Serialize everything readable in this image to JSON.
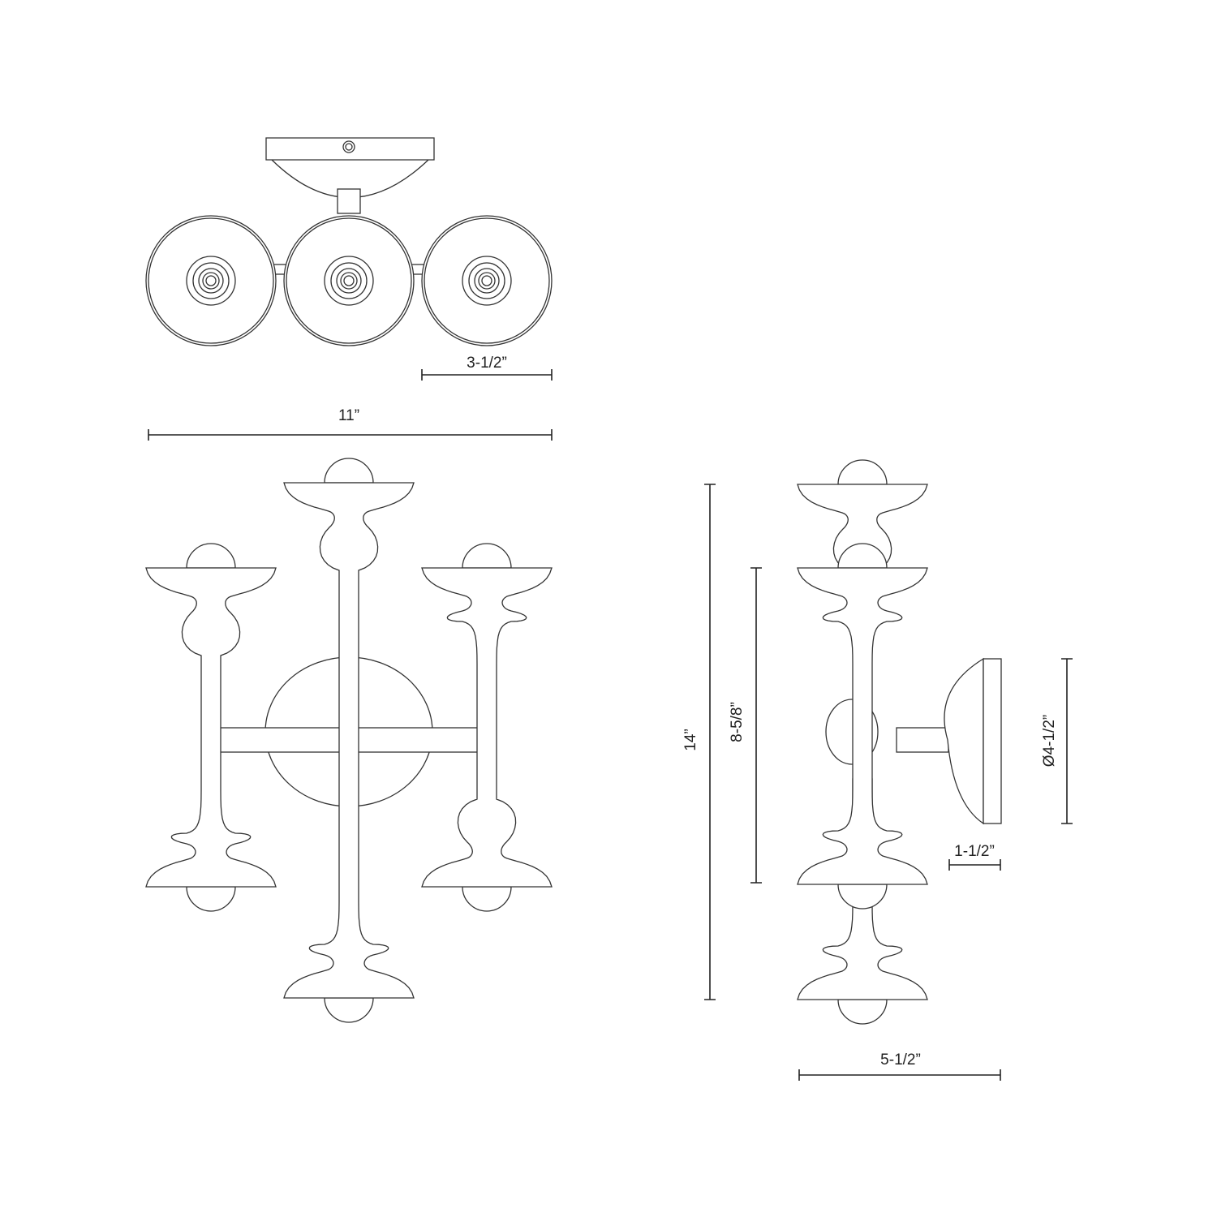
{
  "views": {
    "top_view": {
      "shades": 3
    },
    "front_view": {
      "arms": 3
    },
    "side_view": {}
  },
  "dimensions": {
    "shade_spacing": "3-1/2”",
    "overall_width": "11”",
    "overall_height": "14”",
    "backplate_to_arm_height": "8-5/8”",
    "backplate_diameter": "Ø4-1/2”",
    "backplate_depth": "1-1/2”",
    "overall_depth": "5-1/2”"
  },
  "colors": {
    "line": "#333333",
    "background": "#ffffff"
  }
}
